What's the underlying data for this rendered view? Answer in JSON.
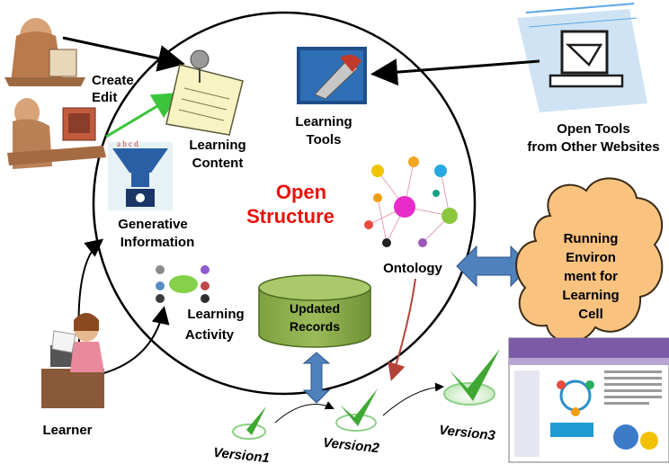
{
  "center": {
    "line1": "Open",
    "line2": "Structure",
    "color": "#e8120c"
  },
  "nodes": {
    "create_edit": {
      "line1": "Create",
      "line2": "Edit"
    },
    "learning_content": {
      "line1": "Learning",
      "line2": "Content"
    },
    "learning_tools": {
      "line1": "Learning",
      "line2": "Tools"
    },
    "open_tools": {
      "line1": "Open Tools",
      "line2": "from Other Websites"
    },
    "generative": {
      "line1": "Generative",
      "line2": "Information"
    },
    "ontology": {
      "label": "Ontology"
    },
    "learning_activity": {
      "line1": "Learning",
      "line2": "Activity"
    },
    "updated_records": {
      "line1": "Updated",
      "line2": "Records"
    },
    "running_env": {
      "line1": "Running",
      "line2": "Environ",
      "line3": "ment for",
      "line4": "Learning",
      "line5": "Cell"
    },
    "learner": {
      "label": "Learner"
    }
  },
  "versions": [
    "Version1",
    "Version2",
    "Version3"
  ],
  "colors": {
    "cylinder": "#92b050",
    "cloud": "#f9c27e",
    "double_arrow": "#4f81bd",
    "green_arrow": "#3cc43c",
    "red_arrow": "#b5423a",
    "checkmark": "#3ea832"
  }
}
